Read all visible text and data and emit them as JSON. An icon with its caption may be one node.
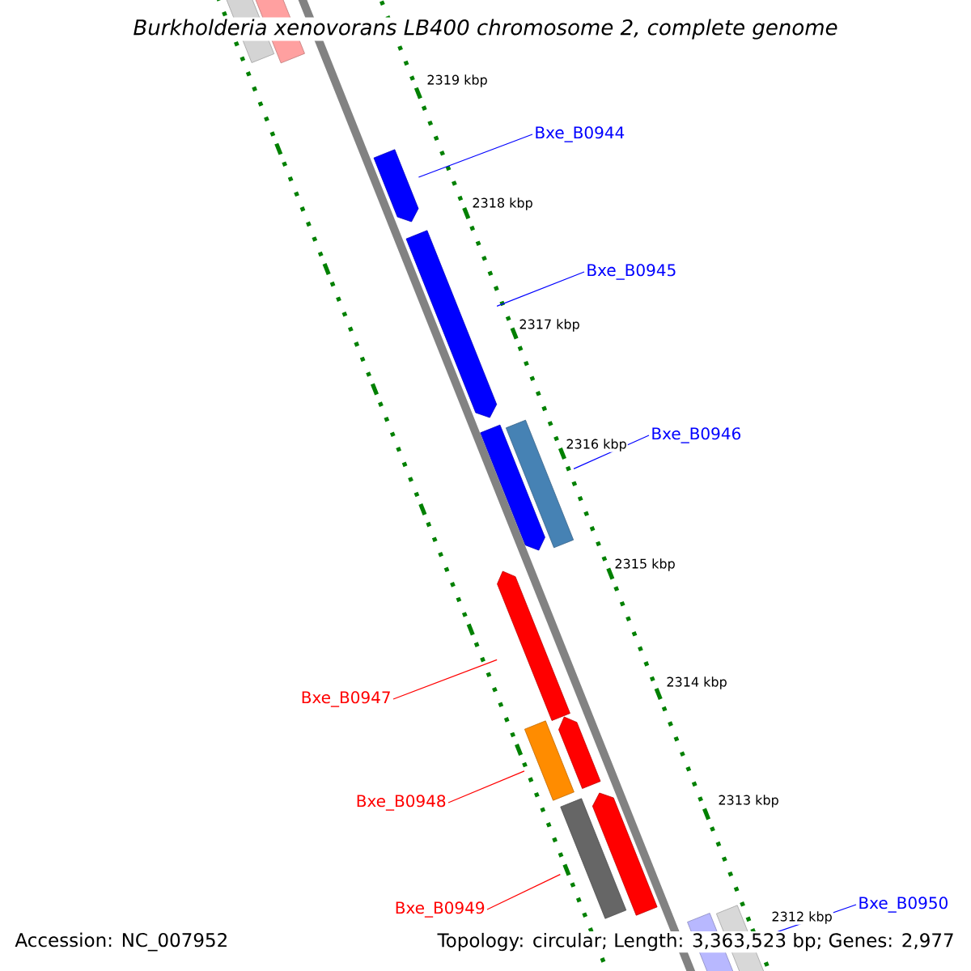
{
  "diagram": {
    "title": "Burkholderia xenovorans LB400 chromosome 2, complete genome",
    "nodes": [
      {
        "text": [],
        "shape": "bar"
      },
      {
        "text": [],
        "shape": "bar"
      },
      {
        "text": [],
        "shape": "bar"
      },
      {
        "text": [],
        "shape": "bar"
      },
      {
        "text": [],
        "shape": "bar"
      },
      {
        "text": [],
        "shape": "bar"
      },
      {
        "text": [],
        "shape": "bar"
      },
      {
        "text": [],
        "shape": "bar"
      },
      {
        "text": [],
        "shape": "bar"
      },
      {
        "text": [],
        "shape": "bar"
      },
      {
        "text": [],
        "shape": "bar"
      },
      {
        "text": [],
        "shape": "bar"
      },
      {
        "text": [],
        "shape": "bar"
      },
      {
        "text": [
          "Bxe_B0944"
        ]
      },
      {
        "text": [
          "Bxe_B0945"
        ]
      },
      {
        "text": [
          "Bxe_B0946"
        ]
      },
      {
        "text": [
          "Bxe_B0947"
        ]
      },
      {
        "text": [
          "Bxe_B0948"
        ]
      },
      {
        "text": [
          "Bxe_B0949"
        ]
      },
      {
        "text": [
          "Bxe_B0950"
        ]
      }
    ],
    "edges": [
      {
        "from": 13,
        "to": 2,
        "arrow": "none",
        "color": "#0000ff"
      },
      {
        "from": 14,
        "to": 3,
        "arrow": "none",
        "color": "#0000ff"
      },
      {
        "from": 15,
        "to": 5,
        "arrow": "none",
        "color": "#0000ff"
      },
      {
        "from": 16,
        "to": 6,
        "arrow": "none",
        "color": "#ff0000"
      },
      {
        "from": 17,
        "to": 8,
        "arrow": "none",
        "color": "#ff0000"
      },
      {
        "from": 18,
        "to": 9,
        "arrow": "none",
        "color": "#ff0000"
      },
      {
        "from": 19,
        "to": 11,
        "arrow": "none",
        "color": "#0000ff"
      }
    ],
    "labels": [
      "2319 kbp",
      "2318 kbp",
      "2317 kbp",
      "2316 kbp",
      "2315 kbp",
      "2314 kbp",
      "2313 kbp",
      "2312 kbp",
      "Accession: NC_007952",
      "Topology: circular; Length: 3,363,523 bp; Genes: 2,977"
    ]
  }
}
